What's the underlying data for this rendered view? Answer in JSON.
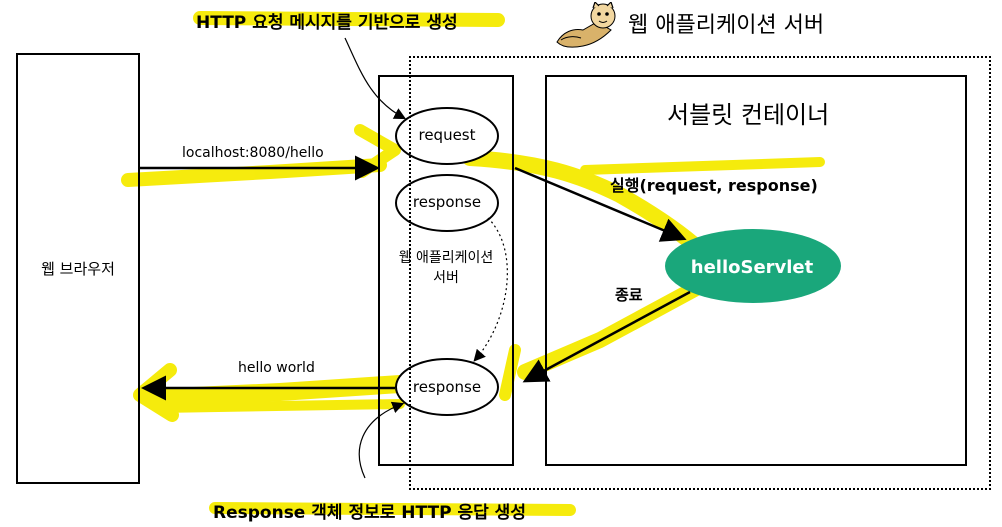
{
  "title": "웹 애플리케이션 서버",
  "notes": {
    "top": "HTTP 요청 메시지를 기반으로 생성",
    "bottom": "Response 객체 정보로 HTTP 응답 생성"
  },
  "browser": {
    "label": "웹 브라우저"
  },
  "was": {
    "inner_label": "웹 애플리케이션\n서버",
    "request_label": "request",
    "response_label": "response",
    "response2_label": "response"
  },
  "container": {
    "title": "서블릿 컨테이너",
    "servlet_label": "helloServlet",
    "exec_label": "실행(request, response)",
    "end_label": "종료"
  },
  "arrows": {
    "request_url": "localhost:8080/hello",
    "response_body": "hello world"
  },
  "colors": {
    "highlight": "#f5ea00",
    "servlet_fill": "#1aa77b",
    "stroke": "#000000"
  },
  "icons": {
    "mascot": "tomcat-cat-icon"
  }
}
